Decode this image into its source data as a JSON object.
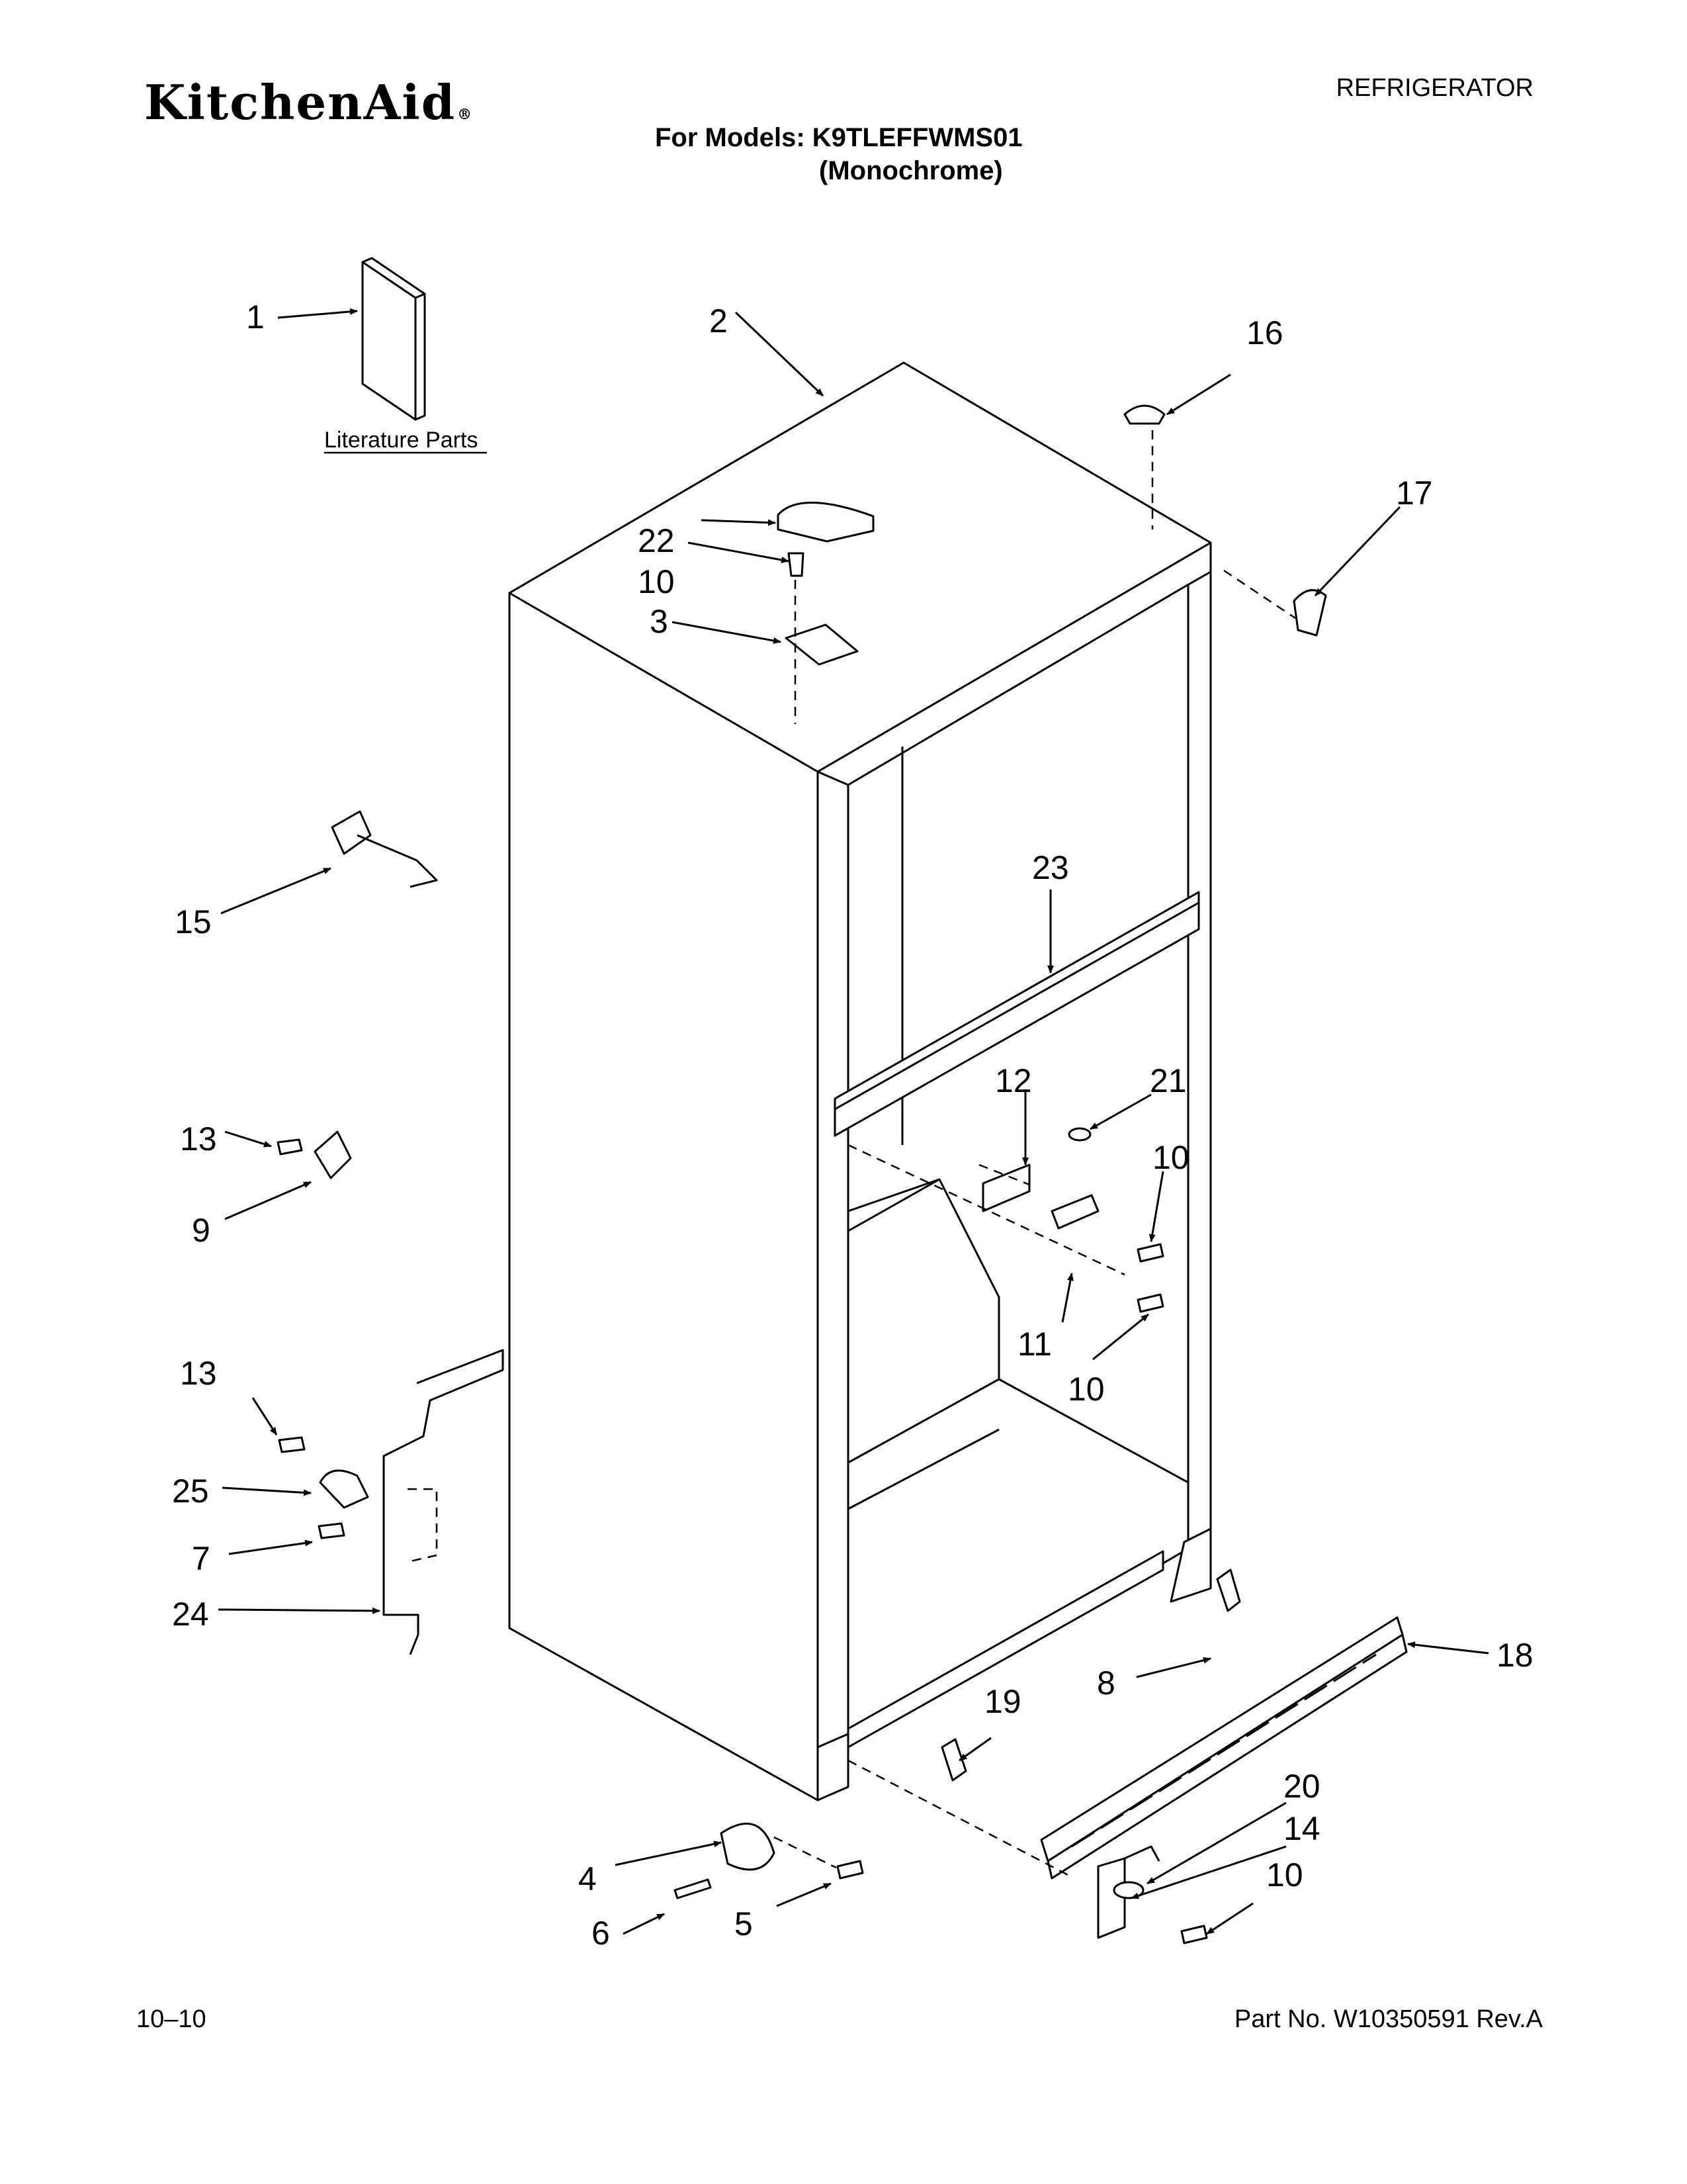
{
  "header": {
    "brand": "KitchenAid",
    "brand_mark": "®",
    "category": "REFRIGERATOR",
    "models_line": "For Models: K9TLEFFWMS01",
    "variant": "(Monochrome)"
  },
  "footer": {
    "date": "10–10",
    "part_number": "Part No. W10350591 Rev.A"
  },
  "diagram": {
    "literature_label": "Literature Parts",
    "callouts": {
      "c1": "1",
      "c2": "2",
      "c3": "3",
      "c4": "4",
      "c5": "5",
      "c6": "6",
      "c7": "7",
      "c8": "8",
      "c9": "9",
      "c10a": "10",
      "c10b": "10",
      "c10c": "10",
      "c10d": "10",
      "c11": "11",
      "c12": "12",
      "c13a": "13",
      "c13b": "13",
      "c14": "14",
      "c15": "15",
      "c16": "16",
      "c17": "17",
      "c18": "18",
      "c19": "19",
      "c20": "20",
      "c21": "21",
      "c22": "22",
      "c23": "23",
      "c24": "24",
      "c25": "25"
    }
  }
}
